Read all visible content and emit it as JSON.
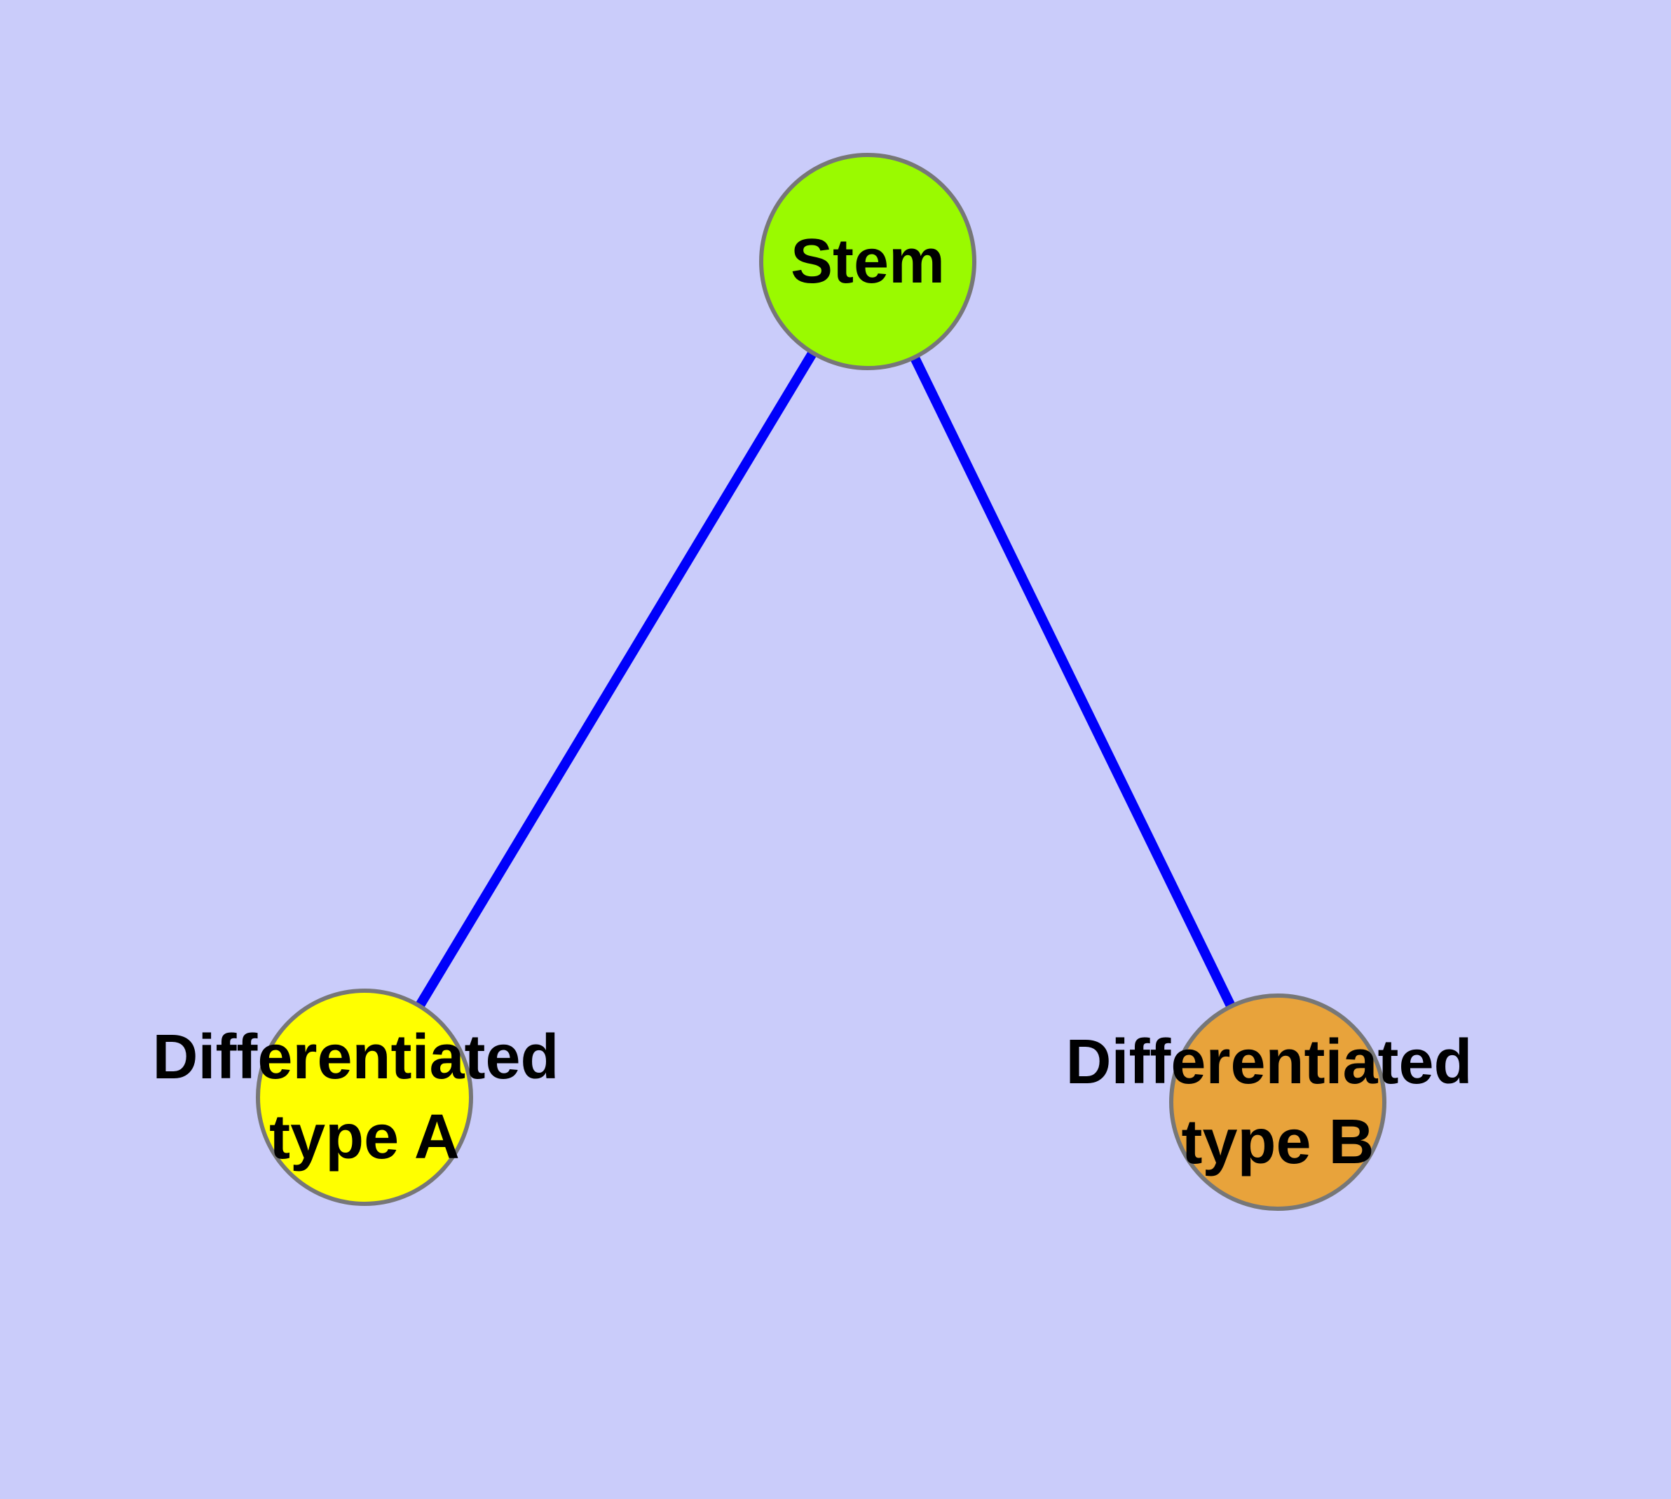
{
  "diagram": {
    "kind": "node-link-graph",
    "title": "",
    "background_color": "#caccfa",
    "edge_color": "#0000fa",
    "node_border_color": "#777777",
    "label_color": "#000000",
    "nodes": [
      {
        "id": "stem",
        "label": "Stem",
        "label_line1": "Stem",
        "label_line2": "",
        "fill": "#9afa00"
      },
      {
        "id": "type-a",
        "label": "Differentiated type A",
        "label_line1": "Differentiated",
        "label_line2": "type A",
        "fill": "#ffff00"
      },
      {
        "id": "type-b",
        "label": "Differentiated type B",
        "label_line1": "Differentiated",
        "label_line2": "type B",
        "fill": "#e8a33b"
      }
    ],
    "edges": [
      {
        "from": "Stem",
        "to": "Differentiated type A"
      },
      {
        "from": "Stem",
        "to": "Differentiated type B"
      }
    ]
  }
}
